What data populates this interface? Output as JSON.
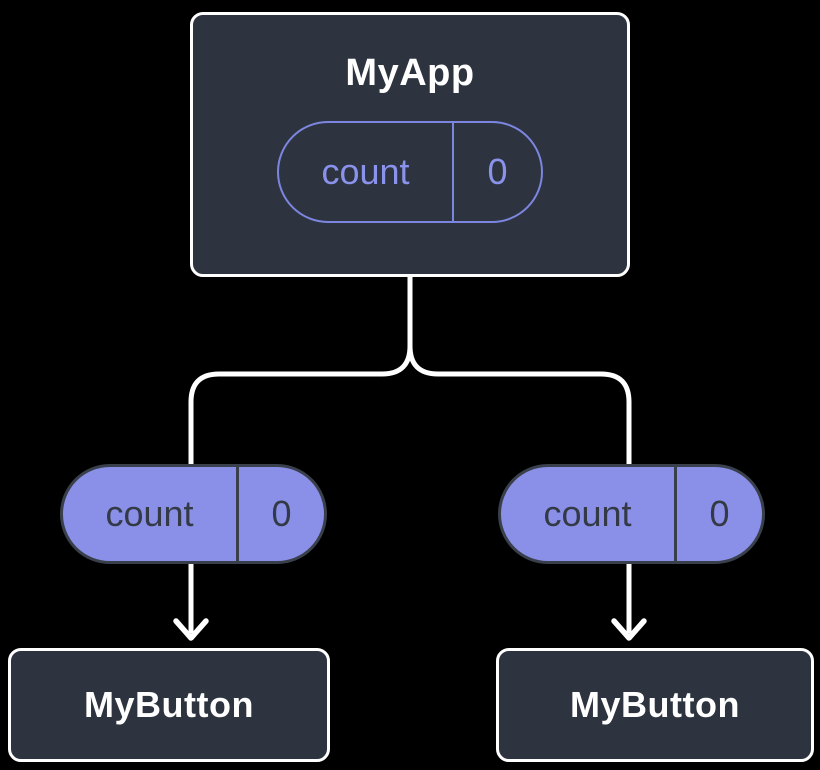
{
  "diagram": {
    "app": {
      "title": "MyApp",
      "state": {
        "name": "count",
        "value": "0"
      }
    },
    "left_prop": {
      "name": "count",
      "value": "0"
    },
    "right_prop": {
      "name": "count",
      "value": "0"
    },
    "left_child": {
      "title": "MyButton"
    },
    "right_child": {
      "title": "MyButton"
    }
  },
  "colors": {
    "background": "#000000",
    "node_fill": "#2D3440",
    "node_border": "#FFFFFF",
    "node_text": "#FFFFFF",
    "pill_fill": "#8A90E8",
    "pill_outline": "#7C86E0",
    "pill_outline_text": "#8A92EC",
    "pill_dark_border": "#3A404B",
    "pill_dark_text": "#333A46",
    "connector": "#FFFFFF"
  }
}
